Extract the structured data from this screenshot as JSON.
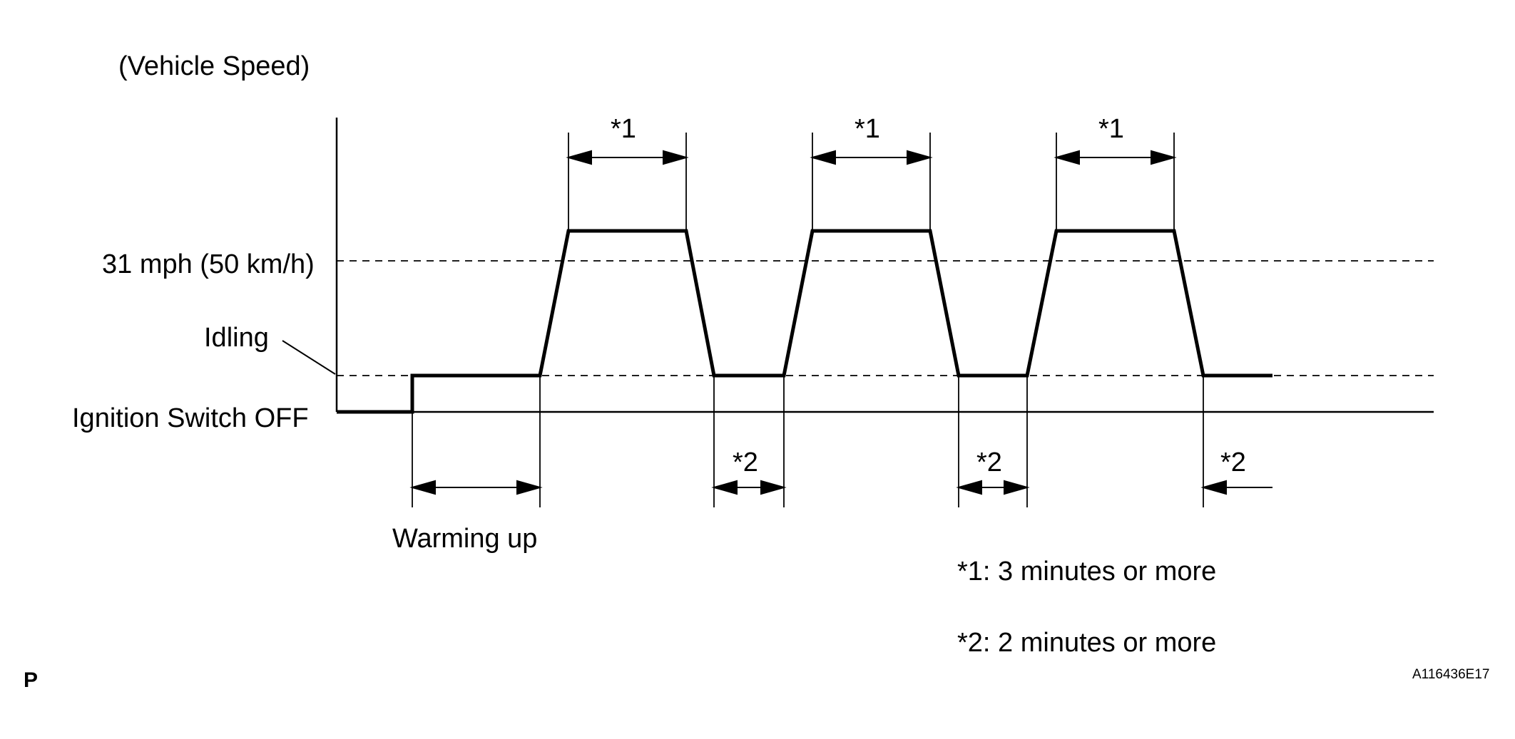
{
  "diagram": {
    "y_axis_title": "(Vehicle Speed)",
    "level_labels": {
      "speed": "31 mph (50 km/h)",
      "idling": "Idling",
      "ignition_off": "Ignition Switch OFF"
    },
    "warming_up": "Warming up",
    "drive_markers": [
      "*1",
      "*1",
      "*1"
    ],
    "idle_markers": [
      "*2",
      "*2",
      "*2"
    ],
    "legend": [
      "*1: 3 minutes or more",
      "*2: 2 minutes or more"
    ],
    "corner_letter": "P",
    "figure_id": "A116436E17"
  }
}
